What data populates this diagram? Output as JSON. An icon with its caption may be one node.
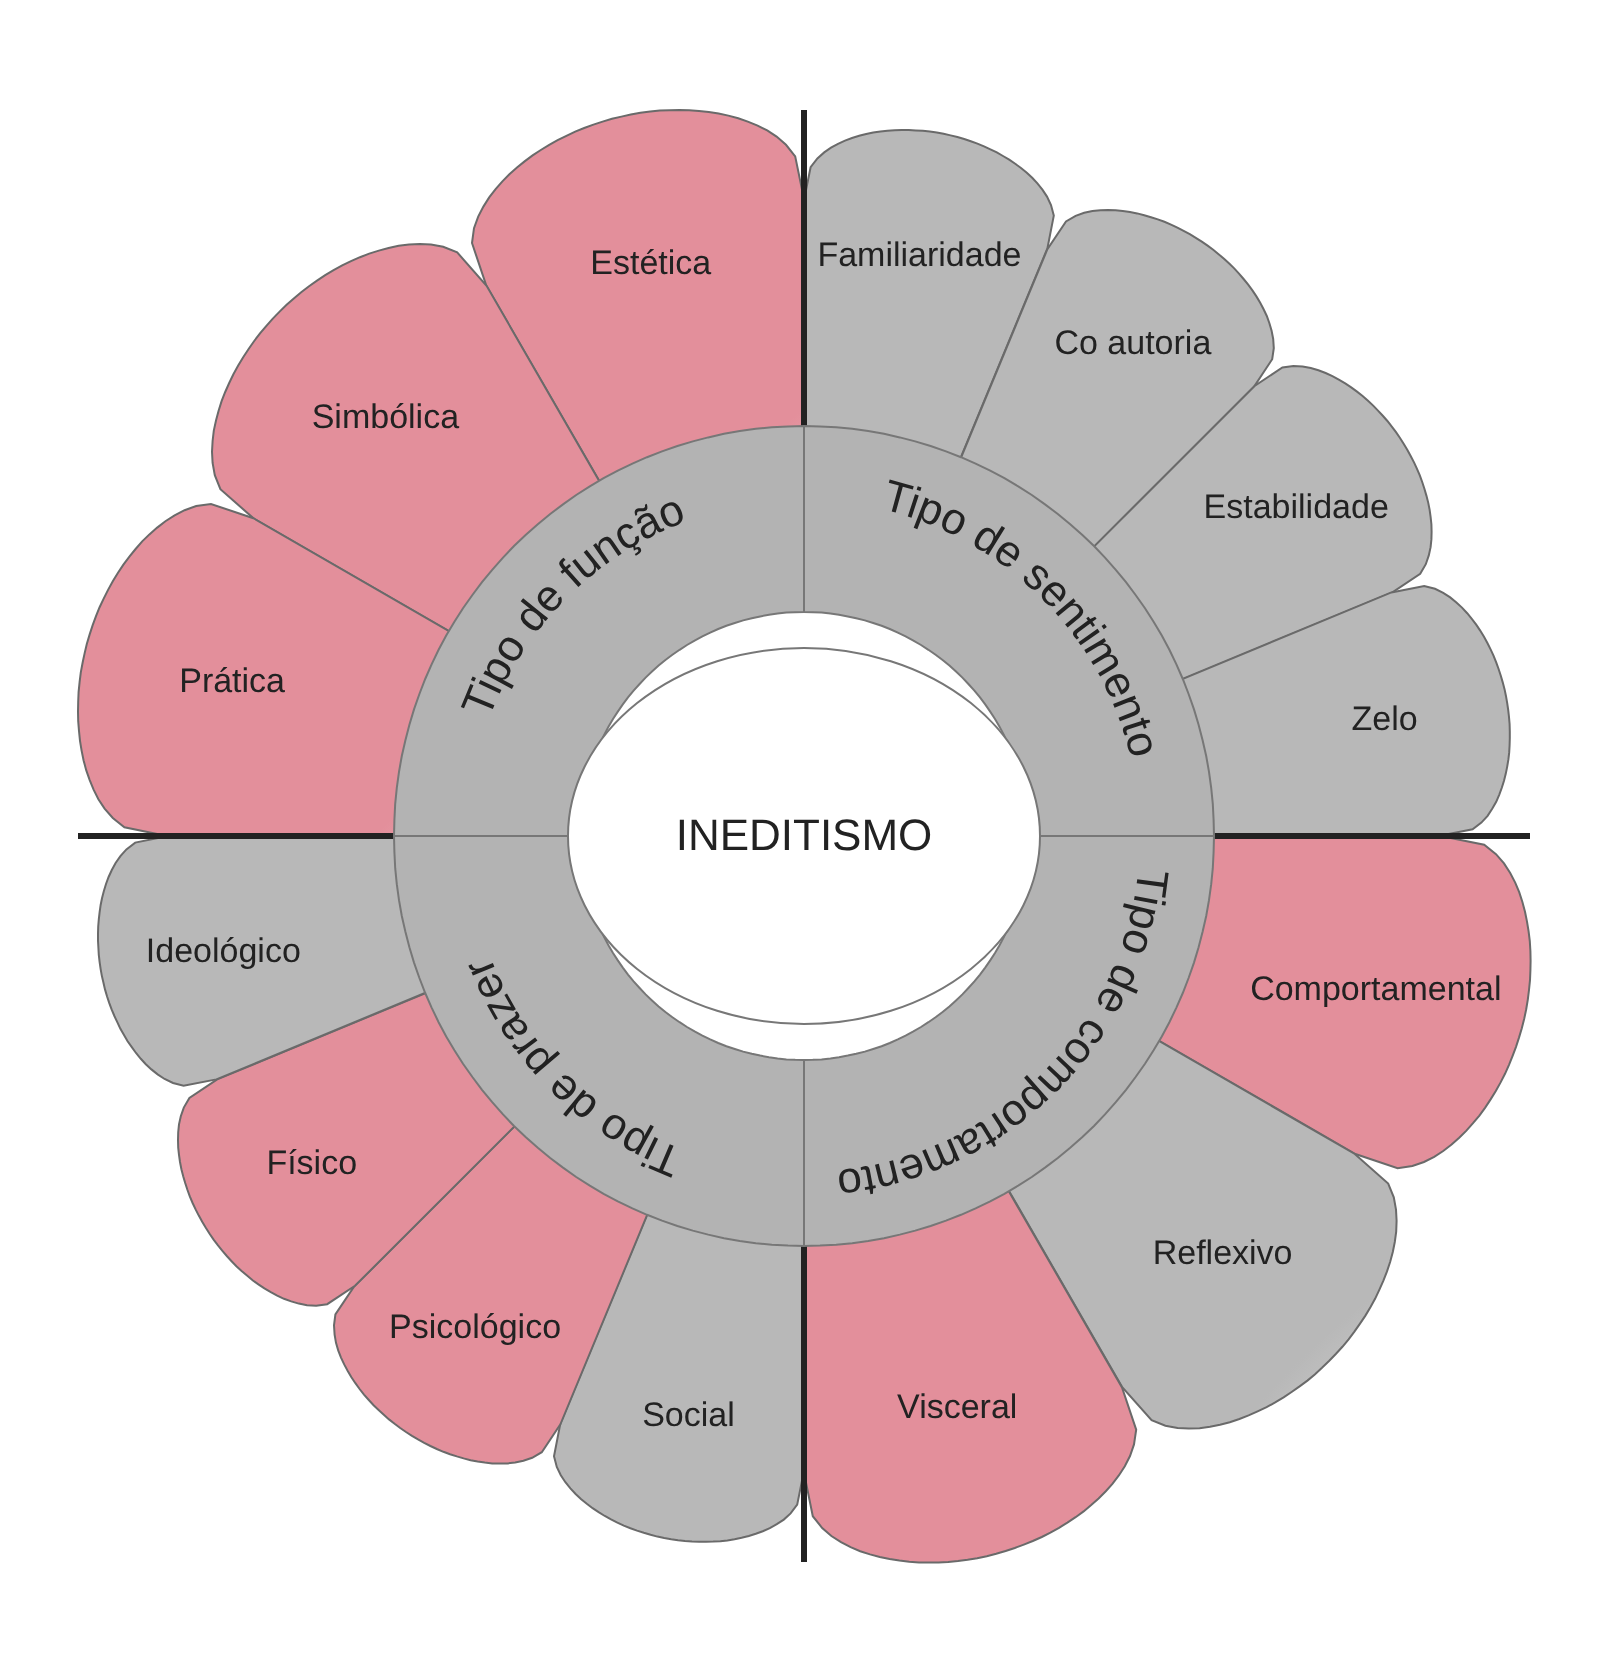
{
  "diagram": {
    "nodes": [
      {
        "text": [
          "INEDITISMO"
        ]
      },
      {
        "text": [
          "Tipo de função"
        ]
      },
      {
        "text": [
          "Tipo de sentimento"
        ]
      },
      {
        "text": [
          "Tipo de comportamento"
        ]
      },
      {
        "text": [
          "Tipo de prazer"
        ]
      },
      {
        "text": [
          "Estética"
        ]
      },
      {
        "text": [
          "Simbólica"
        ]
      },
      {
        "text": [
          "Prática"
        ]
      },
      {
        "text": [
          "Familiaridade"
        ]
      },
      {
        "text": [
          "Co autoria"
        ]
      },
      {
        "text": [
          "Estabilidade"
        ]
      },
      {
        "text": [
          "Zelo"
        ]
      },
      {
        "text": [
          "Comportamental"
        ]
      },
      {
        "text": [
          "Reflexivo"
        ]
      },
      {
        "text": [
          "Visceral"
        ]
      },
      {
        "text": [
          "Social"
        ]
      },
      {
        "text": [
          "Psicológico"
        ]
      },
      {
        "text": [
          "Físico"
        ]
      },
      {
        "text": [
          "Ideológico"
        ]
      }
    ],
    "edges": []
  }
}
